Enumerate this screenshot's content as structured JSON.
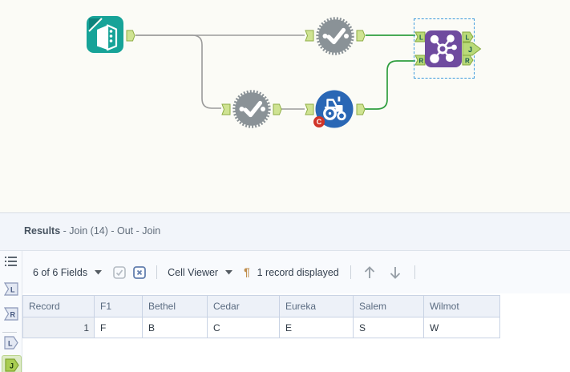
{
  "colors": {
    "canvas_bg": "#fbfbf6",
    "teal": "#17a398",
    "teal_dark": "#0e837b",
    "gear_gray": "#8a9297",
    "tool_blue": "#2a67b5",
    "tool_purple": "#6f4b9f",
    "wire_gray": "#9b9b9b",
    "wire_green": "#2f9e3f",
    "anchor_fill": "#cfe392",
    "anchor_border": "#8fae45",
    "join_anchor_fill": "#b9da78",
    "join_anchor_border": "#85a83e",
    "selection_blue": "#3e9bdd",
    "badge_red": "#d03428",
    "panel_header_bg": "#f2f5fa",
    "toolbar_bg": "#f8fafd",
    "table_border": "#c9d3e4",
    "header_cell_bg": "#edf1f8"
  },
  "canvas": {
    "tools": [
      {
        "id": "text-input",
        "type": "Text Input"
      },
      {
        "id": "macro-top",
        "type": "Macro"
      },
      {
        "id": "macro-bottom",
        "type": "Macro"
      },
      {
        "id": "crew-macro",
        "type": "CReW Macro"
      },
      {
        "id": "join",
        "type": "Join",
        "selected": true
      }
    ],
    "badge": "C",
    "join_anchors": {
      "in_l": "L",
      "in_r": "R",
      "out_l": "L",
      "out_j": "J",
      "out_r": "R"
    }
  },
  "results": {
    "header": {
      "title": "Results",
      "context": " - Join (14) - Out - Join"
    },
    "toolbar": {
      "fields": "6 of 6 Fields",
      "cell_viewer": "Cell Viewer",
      "records": "1 record displayed",
      "pilcrow": "¶"
    },
    "anchors": {
      "in_l": "L",
      "in_r": "R",
      "out_l": "L",
      "out_j": "J"
    },
    "table": {
      "columns": [
        "Record",
        "F1",
        "Bethel",
        "Cedar",
        "Eureka",
        "Salem",
        "Wilmot"
      ],
      "rows": [
        [
          "1",
          "F",
          "B",
          "C",
          "E",
          "S",
          "W"
        ]
      ]
    }
  }
}
